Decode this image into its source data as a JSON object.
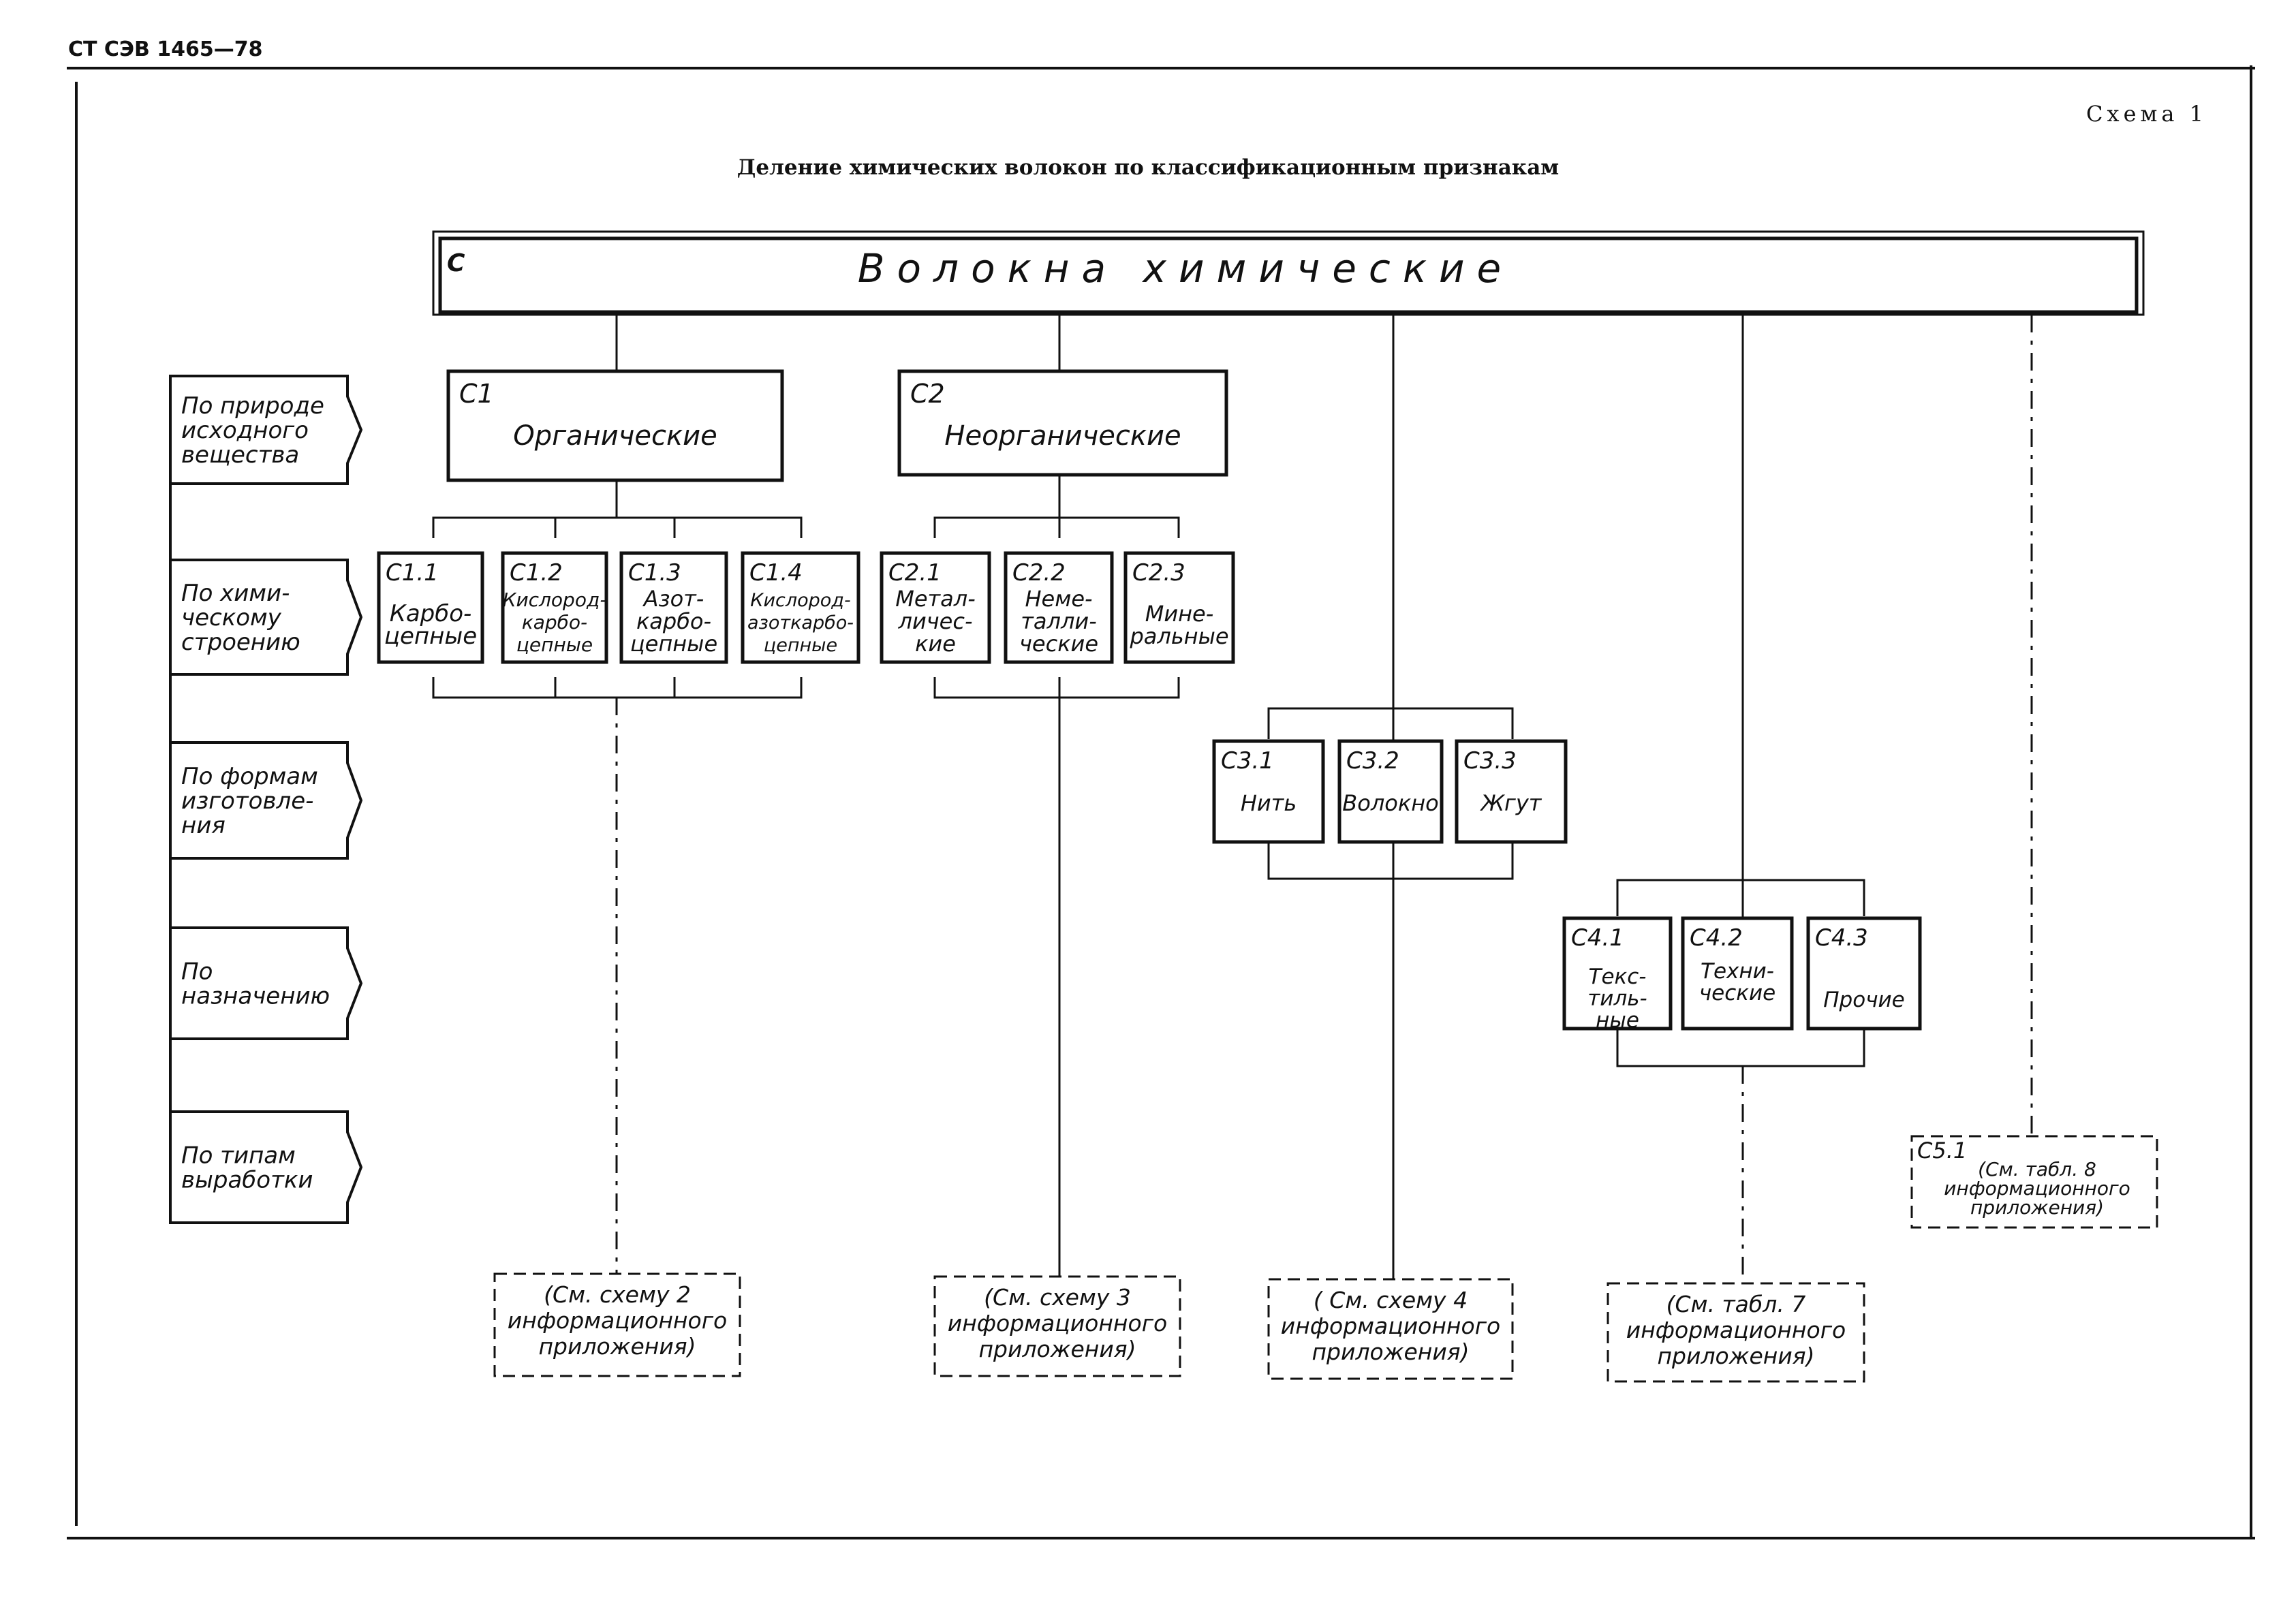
{
  "header": {
    "doc_code": "СТ СЭВ 1465—78"
  },
  "scheme": {
    "label": "Схема 1",
    "title": "Деление химических волокон по классификационным признакам"
  },
  "root": {
    "code": "С",
    "label": "Волокна химические"
  },
  "criteria": [
    {
      "id": "origin",
      "lines": [
        "По природе",
        "исходного",
        "вещества"
      ]
    },
    {
      "id": "structure",
      "lines": [
        "По хими-",
        "ческому",
        "строению"
      ]
    },
    {
      "id": "form",
      "lines": [
        "По формам",
        "изготовле-",
        "ния"
      ]
    },
    {
      "id": "purpose",
      "lines": [
        "По",
        "назначению"
      ]
    },
    {
      "id": "types",
      "lines": [
        "По типам",
        "выработки"
      ]
    }
  ],
  "level1": [
    {
      "code": "С1",
      "label": "Органические"
    },
    {
      "code": "С2",
      "label": "Неорганические"
    }
  ],
  "level2": [
    {
      "code": "С1.1",
      "lines": [
        "Карбо-",
        "цепные"
      ]
    },
    {
      "code": "С1.2",
      "lines": [
        "Кислород-",
        "карбо-",
        "цепные"
      ]
    },
    {
      "code": "С1.3",
      "lines": [
        "Азот-",
        "карбо-",
        "цепные"
      ]
    },
    {
      "code": "С1.4",
      "lines": [
        "Кислород-",
        "азоткарбо-",
        "цепные"
      ]
    },
    {
      "code": "С2.1",
      "lines": [
        "Метал-",
        "личес-",
        "кие"
      ]
    },
    {
      "code": "С2.2",
      "lines": [
        "Неме-",
        "талли-",
        "ческие"
      ]
    },
    {
      "code": "С2.3",
      "lines": [
        "Мине-",
        "ральные"
      ]
    }
  ],
  "level3": [
    {
      "code": "С3.1",
      "lines": [
        "Нить"
      ]
    },
    {
      "code": "С3.2",
      "lines": [
        "Волокно"
      ]
    },
    {
      "code": "С3.3",
      "lines": [
        "Жгут"
      ]
    }
  ],
  "level4": [
    {
      "code": "С4.1",
      "lines": [
        "Текс-",
        "тиль-",
        "ные"
      ]
    },
    {
      "code": "С4.2",
      "lines": [
        "Техни-",
        "ческие"
      ]
    },
    {
      "code": "С4.3",
      "lines": [
        "Прочие"
      ]
    }
  ],
  "c51": {
    "code": "С5.1",
    "lines": [
      "(См. табл. 8",
      "информационного",
      "приложения)"
    ]
  },
  "refs": [
    {
      "lines": [
        "(См. схему 2",
        "информационного",
        "приложения)"
      ]
    },
    {
      "lines": [
        "(См. схему 3",
        "информационного",
        "приложения)"
      ]
    },
    {
      "lines": [
        "( См. схему 4",
        "информационного",
        "приложения)"
      ]
    },
    {
      "lines": [
        "(См. табл. 7",
        "информационного",
        "приложения)"
      ]
    }
  ]
}
